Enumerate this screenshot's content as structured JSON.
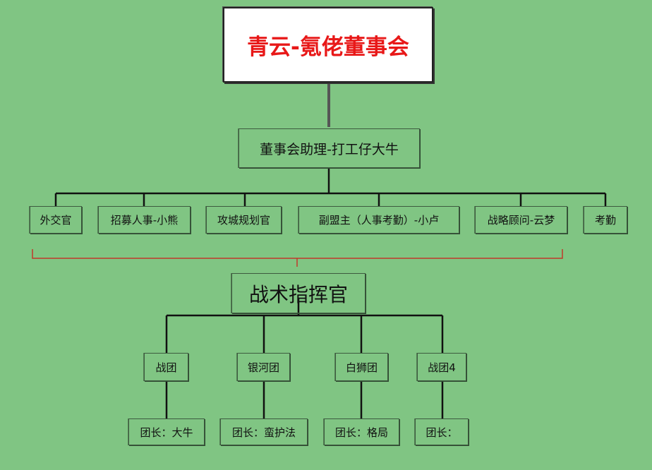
{
  "title": "青云-氪佬董事会",
  "assistant": "董事会助理-打工仔大牛",
  "departments": [
    "外交官",
    "招募人事-小熊",
    "攻城规划官",
    "副盟主（人事考勤）-小卢",
    "战略顾问-云梦",
    "考勤"
  ],
  "tactical": "战术指挥官",
  "units": [
    "战团",
    "银河团",
    "白狮团",
    "战团4"
  ],
  "leaders": [
    "团长：大牛",
    "团长：蛮护法",
    "团长：格局",
    "团长："
  ],
  "colors": {
    "background": "#80c583",
    "title_text": "#e81818",
    "bracket": "#c0392b",
    "connector": "#111111"
  }
}
